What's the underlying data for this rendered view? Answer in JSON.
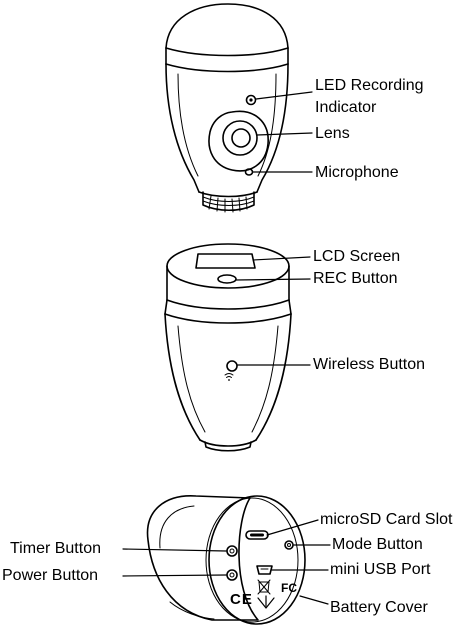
{
  "diagram": {
    "camera_front": {
      "labels": {
        "led_recording_indicator_line1": "LED Recording",
        "led_recording_indicator_line2": "Indicator",
        "lens": "Lens",
        "microphone": "Microphone"
      }
    },
    "camera_top": {
      "labels": {
        "lcd_screen": "LCD Screen",
        "rec_button": "REC Button",
        "wireless_button": "Wireless Button"
      }
    },
    "camera_rear": {
      "labels": {
        "microsd_card_slot": "microSD Card Slot",
        "mode_button": "Mode Button",
        "mini_usb_port": "mini USB Port",
        "battery_cover": "Battery Cover",
        "timer_button": "Timer Button",
        "power_button": "Power Button"
      },
      "markings": {
        "ce_mark": "CE",
        "fc_mark": "FC"
      }
    }
  }
}
